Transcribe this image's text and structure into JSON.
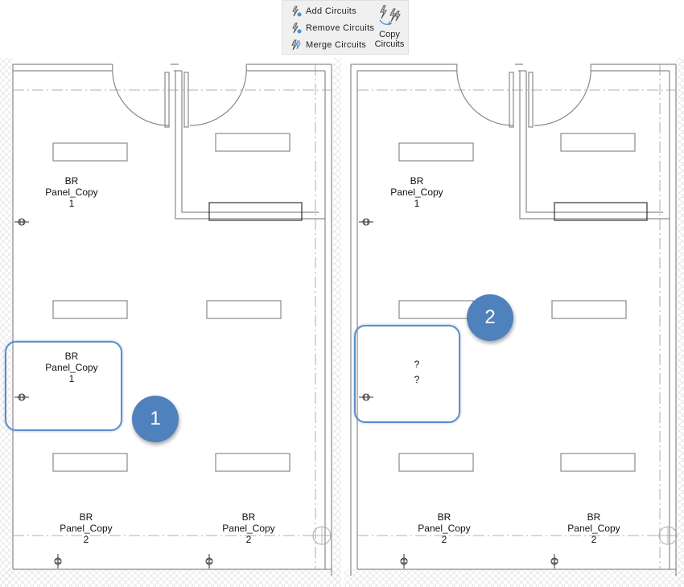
{
  "ribbon": {
    "add_circuits": "Add  Circuits",
    "remove_circuits": "Remove  Circuits",
    "merge_circuits": "Merge  Circuits",
    "copy_circuits_line1": "Copy",
    "copy_circuits_line2": "Circuits"
  },
  "left_plan": {
    "tag_top": {
      "line1": "BR",
      "line2": "Panel_Copy",
      "line3": "1"
    },
    "tag_mid": {
      "line1": "BR",
      "line2": "Panel_Copy",
      "line3": "1"
    },
    "tag_bottom_left": {
      "line1": "BR",
      "line2": "Panel_Copy",
      "line3": "2"
    },
    "tag_bottom_right": {
      "line1": "BR",
      "line2": "Panel_Copy",
      "line3": "2"
    },
    "callout": "1"
  },
  "right_plan": {
    "tag_top": {
      "line1": "BR",
      "line2": "Panel_Copy",
      "line3": "1"
    },
    "tag_mid": {
      "line1": "?",
      "line2": "?"
    },
    "tag_bottom_left": {
      "line1": "BR",
      "line2": "Panel_Copy",
      "line3": "2"
    },
    "tag_bottom_right": {
      "line1": "BR",
      "line2": "Panel_Copy",
      "line3": "2"
    },
    "callout": "2"
  },
  "colors": {
    "callout": "#4f81bd",
    "highlight": "#5b8ec9",
    "ribbon_bg": "#f0f0f0"
  }
}
